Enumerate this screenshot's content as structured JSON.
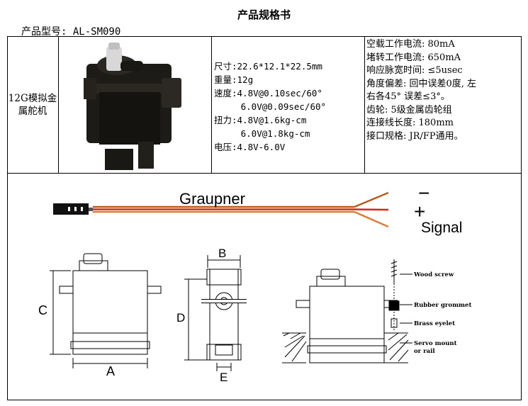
{
  "title": "产品规格书",
  "model_line": "产品型号: AL-SM090",
  "product_name": "12G模拟金属舵机",
  "specs_left": [
    "尺寸:22.6*12.1*22.5mm",
    "重量:12g",
    "速度:4.8V@0.10sec/60°",
    "     6.0V@0.09sec/60°",
    "扭力:4.8V@1.6kg-cm",
    "     6.0V@1.8kg-cm",
    "电压:4.8V-6.0V"
  ],
  "specs_right": [
    "空载工作电流: 80mA",
    "堵转工作电流:  650mA",
    "响应脉宽时间: ≤5usec",
    "角度偏差: 回中误差0度,  左",
    "右各45° 误差≤3°。",
    "齿轮:  5级金属齿轮组",
    "连接线长度:  180mm",
    "接口规格:   JR/FP通用。"
  ],
  "wire_brand": "Graupner",
  "wire_labels": {
    "minus": "−",
    "plus": "+",
    "signal": "Signal"
  },
  "wire_colors": [
    "#b85a1e",
    "#d22a10",
    "#e07a3a"
  ],
  "dimension_labels": {
    "a": "A",
    "b": "B",
    "c": "C",
    "d": "D",
    "e": "E"
  },
  "mount_labels": {
    "wood_screw": "Wood screw",
    "rubber_grommet": "Rubber grommet",
    "brass_eyelet": "Brass eyelet",
    "servo_mount": "Servo mount",
    "or_rail": "or rail"
  }
}
